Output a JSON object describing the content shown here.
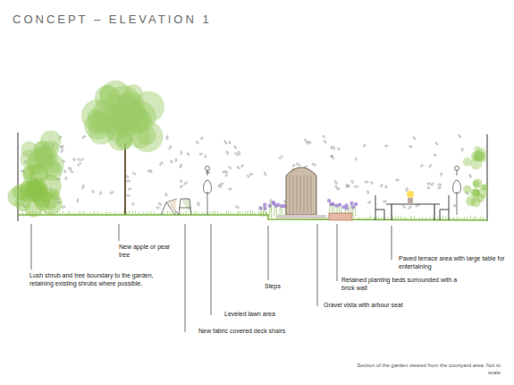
{
  "diagram": {
    "title": "CONCEPT – ELEVATION 1",
    "caption": "Section of the garden viewed from the courtyard area. Not to scale",
    "labels": [
      "Lush shrub and tree boundary to the garden, retaining existing shrubs where possible.",
      "New apple or pear tree",
      "New fabric covered deck shairs",
      "Leveled lawn area",
      "Steps",
      "Gravel vista with arbour seat",
      "Retained planting beds surrounded with a brick wall",
      "Paved terrace area with large table for entertaining"
    ]
  }
}
